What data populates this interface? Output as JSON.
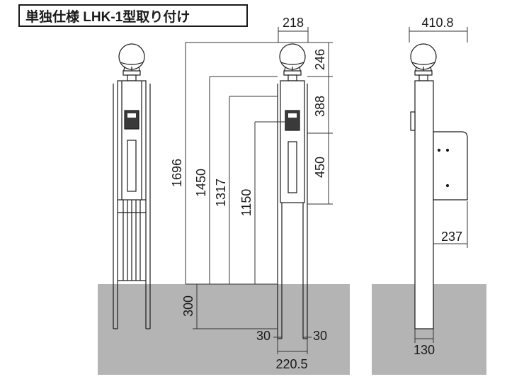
{
  "title": "単独仕様 LHK-1型取り付け",
  "dimensions": {
    "top_width": "218",
    "side_width": "410.8",
    "head_height": "246",
    "upper_section": "388",
    "mailbox_height": "450",
    "total_height": "1696",
    "height_1450": "1450",
    "height_1317": "1317",
    "height_1150": "1150",
    "buried_depth": "300",
    "leg_left": "30",
    "leg_right": "30",
    "base_width": "220.5",
    "side_clearance": "237",
    "post_width": "130"
  },
  "colors": {
    "ground": "#b4b4b4",
    "line": "#1a1a1a",
    "dim_line": "#333333",
    "panel": "#d2d2d2",
    "intercom": "#3a3a3a"
  }
}
